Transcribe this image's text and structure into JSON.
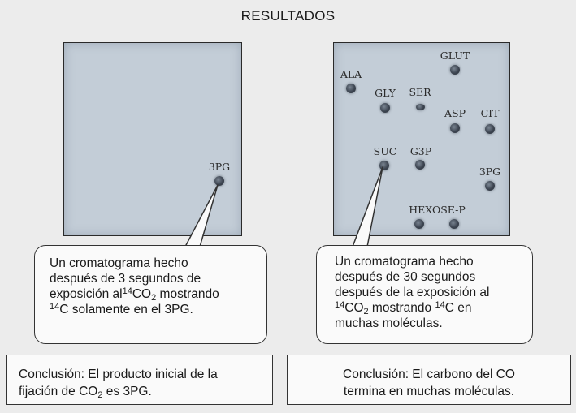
{
  "title": "RESULTADOS",
  "left_panel": {
    "spots": [
      {
        "label": "3PG"
      }
    ],
    "callout": {
      "line1": "Un cromatograma hecho",
      "line2": "después  de 3 segundos de",
      "line3_a": "exposición al",
      "sup1": "14",
      "co": "CO",
      "sub1": "2",
      "line3_b": " mostrando",
      "sup2": "14",
      "line4": "C solamente en  el 3PG."
    },
    "conclusion": {
      "line1": "Conclusión: El producto inicial de la",
      "line2_a": "fijación de CO",
      "sub": "2",
      "line2_b": " es 3PG."
    }
  },
  "right_panel": {
    "spots": [
      {
        "label": "GLUT"
      },
      {
        "label": "ALA"
      },
      {
        "label": "GLY"
      },
      {
        "label": "SER"
      },
      {
        "label": "ASP"
      },
      {
        "label": "CIT"
      },
      {
        "label": "SUC"
      },
      {
        "label": "G3P"
      },
      {
        "label": "3PG"
      },
      {
        "label": "HEXOSE-P"
      }
    ],
    "callout": {
      "line1": "Un cromatograma hecho",
      "line2": "después  de 30  segundos",
      "line3": "después de la exposición al",
      "sup1": "14",
      "co": "CO",
      "sub1": "2",
      "line4_mid": " mostrando ",
      "sup2": "14",
      "line4_end": "C en",
      "line5": "muchas moléculas."
    },
    "conclusion": {
      "line1": "Conclusión: El carbono del CO",
      "line2": "termina en muchas moléculas."
    }
  }
}
